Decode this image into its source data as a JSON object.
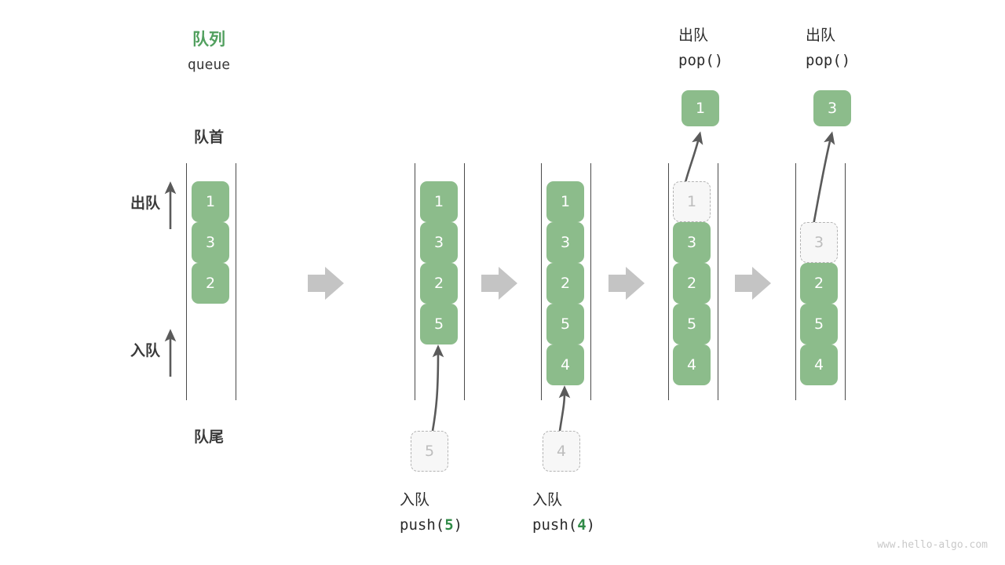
{
  "header": {
    "title_cn": "队列",
    "title_en": "queue"
  },
  "labels": {
    "front": "队首",
    "rear": "队尾",
    "dequeue": "出队",
    "enqueue": "入队"
  },
  "watermark": "www.hello-algo.com",
  "colors": {
    "accent_green": "#52a05f",
    "cell_green": "#8cbc8b",
    "ghost_gray": "#bdbdbd",
    "rail_gray": "#4a4a4a",
    "arrow_gray": "#c4c4c4",
    "text_dark": "#2b2b2b"
  },
  "steps": [
    {
      "id": "initial",
      "cells": [
        {
          "value": "1",
          "state": "filled",
          "slot": 0
        },
        {
          "value": "3",
          "state": "filled",
          "slot": 1
        },
        {
          "value": "2",
          "state": "filled",
          "slot": 2
        }
      ],
      "incoming": null,
      "popped": null,
      "caption_cn": "",
      "caption_code_pre": "",
      "caption_code_val": "",
      "caption_code_post": "",
      "op_cn": "",
      "op_code": ""
    },
    {
      "id": "push-5",
      "cells": [
        {
          "value": "1",
          "state": "filled",
          "slot": 0
        },
        {
          "value": "3",
          "state": "filled",
          "slot": 1
        },
        {
          "value": "2",
          "state": "filled",
          "slot": 2
        },
        {
          "value": "5",
          "state": "filled",
          "slot": 3
        }
      ],
      "incoming": {
        "value": "5"
      },
      "popped": null,
      "caption_cn": "入队",
      "caption_code_pre": "push(",
      "caption_code_val": "5",
      "caption_code_post": ")"
    },
    {
      "id": "push-4",
      "cells": [
        {
          "value": "1",
          "state": "filled",
          "slot": 0
        },
        {
          "value": "3",
          "state": "filled",
          "slot": 1
        },
        {
          "value": "2",
          "state": "filled",
          "slot": 2
        },
        {
          "value": "5",
          "state": "filled",
          "slot": 3
        },
        {
          "value": "4",
          "state": "filled",
          "slot": 4
        }
      ],
      "incoming": {
        "value": "4"
      },
      "popped": null,
      "caption_cn": "入队",
      "caption_code_pre": "push(",
      "caption_code_val": "4",
      "caption_code_post": ")"
    },
    {
      "id": "pop-1",
      "cells": [
        {
          "value": "1",
          "state": "ghost",
          "slot": 0
        },
        {
          "value": "3",
          "state": "filled",
          "slot": 1
        },
        {
          "value": "2",
          "state": "filled",
          "slot": 2
        },
        {
          "value": "5",
          "state": "filled",
          "slot": 3
        },
        {
          "value": "4",
          "state": "filled",
          "slot": 4
        }
      ],
      "incoming": null,
      "popped": {
        "value": "1"
      },
      "top_cn": "出队",
      "top_code": "pop()"
    },
    {
      "id": "pop-3",
      "cells": [
        {
          "value": "3",
          "state": "ghost",
          "slot": 1
        },
        {
          "value": "2",
          "state": "filled",
          "slot": 2
        },
        {
          "value": "5",
          "state": "filled",
          "slot": 3
        },
        {
          "value": "4",
          "state": "filled",
          "slot": 4
        }
      ],
      "incoming": null,
      "popped": {
        "value": "3"
      },
      "top_cn": "出队",
      "top_code": "pop()"
    }
  ],
  "transitions": [
    {
      "id": "t1"
    },
    {
      "id": "t2"
    },
    {
      "id": "t3"
    },
    {
      "id": "t4"
    }
  ]
}
